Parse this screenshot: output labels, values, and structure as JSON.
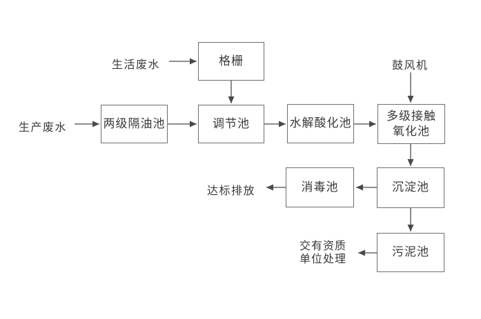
{
  "diagram": {
    "type": "flowchart",
    "colors": {
      "background": "#ffffff",
      "box_fill": "#ffffff",
      "box_border": "#6e6e6e",
      "line": "#4a4a4a",
      "text": "#3a3a3a"
    },
    "boxes": [
      {
        "id": "screen",
        "label": "格栅"
      },
      {
        "id": "two-stage-oil-sep",
        "label": "两级隔油池"
      },
      {
        "id": "regulating-tank",
        "label": "调节池"
      },
      {
        "id": "hydrolysis-tank",
        "label": "水解酸化池"
      },
      {
        "id": "contact-oxidation",
        "label": "多级接触氧化池"
      },
      {
        "id": "sedimentation-tank",
        "label": "沉淀池"
      },
      {
        "id": "disinfection-tank",
        "label": "消毒池"
      },
      {
        "id": "sludge-tank",
        "label": "污泥池"
      }
    ],
    "labels": [
      {
        "id": "domestic-wastewater",
        "text": "生活废水"
      },
      {
        "id": "production-wastewater",
        "text": "生产废水"
      },
      {
        "id": "blower",
        "text": "鼓风机"
      },
      {
        "id": "standard-discharge",
        "text": "达标排放"
      },
      {
        "id": "qualified-unit",
        "text": "交有资质\n单位处理"
      }
    ],
    "edges": [
      {
        "from": "生活废水",
        "to": "格栅"
      },
      {
        "from": "格栅",
        "to": "调节池"
      },
      {
        "from": "生产废水",
        "to": "两级隔油池"
      },
      {
        "from": "两级隔油池",
        "to": "调节池"
      },
      {
        "from": "调节池",
        "to": "水解酸化池"
      },
      {
        "from": "水解酸化池",
        "to": "多级接触氧化池"
      },
      {
        "from": "鼓风机",
        "to": "多级接触氧化池"
      },
      {
        "from": "多级接触氧化池",
        "to": "沉淀池"
      },
      {
        "from": "沉淀池",
        "to": "消毒池"
      },
      {
        "from": "消毒池",
        "to": "达标排放"
      },
      {
        "from": "沉淀池",
        "to": "污泥池"
      },
      {
        "from": "污泥池",
        "to": "交有资质单位处理"
      }
    ]
  }
}
